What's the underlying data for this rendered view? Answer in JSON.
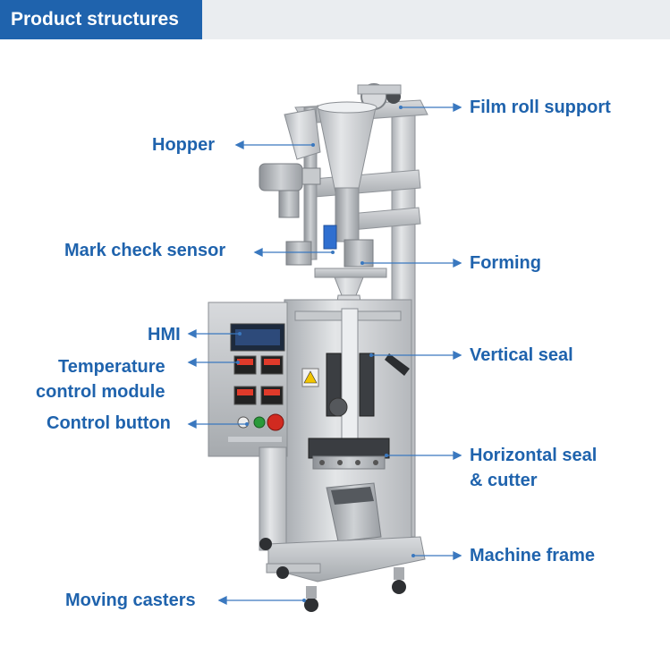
{
  "header": {
    "title": "Product structures"
  },
  "colors": {
    "accent": "#1f63ad",
    "band": "#eaedf0",
    "leader": "#3a78bf"
  },
  "labels": {
    "hopper": "Hopper",
    "film_roll_support": "Film roll support",
    "mark_check_sensor": "Mark check sensor",
    "forming": "Forming",
    "hmi": "HMI",
    "vertical_seal": "Vertical seal",
    "temperature_line1": "Temperature",
    "temperature_line2": "control module",
    "control_button": "Control button",
    "horizontal_line1": "Horizontal seal",
    "horizontal_line2": "& cutter",
    "machine_frame": "Machine frame",
    "moving_casters": "Moving casters"
  }
}
